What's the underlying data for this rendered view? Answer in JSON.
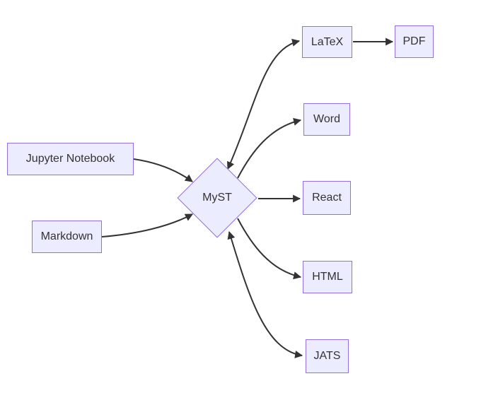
{
  "diagram": {
    "type": "flowchart",
    "direction": "left-to-right",
    "colors": {
      "background": "#FFFFFF",
      "node_fill": "#ECECFF",
      "node_border": "#9370DB",
      "edge": "#333333",
      "text": "#333333"
    },
    "nodes": {
      "jupyter": {
        "label": "Jupyter Notebook",
        "shape": "rectangle"
      },
      "markdown": {
        "label": "Markdown",
        "shape": "rectangle"
      },
      "myst": {
        "label": "MyST",
        "shape": "diamond"
      },
      "latex": {
        "label": "LaTeX",
        "shape": "rectangle"
      },
      "pdf": {
        "label": "PDF",
        "shape": "rectangle"
      },
      "word": {
        "label": "Word",
        "shape": "rectangle"
      },
      "react": {
        "label": "React",
        "shape": "rectangle"
      },
      "html": {
        "label": "HTML",
        "shape": "rectangle"
      },
      "jats": {
        "label": "JATS",
        "shape": "rectangle"
      }
    },
    "edges": [
      {
        "from": "Jupyter Notebook",
        "to": "MyST",
        "arrows": "forward"
      },
      {
        "from": "Markdown",
        "to": "MyST",
        "arrows": "forward"
      },
      {
        "from": "MyST",
        "to": "LaTeX",
        "arrows": "both"
      },
      {
        "from": "LaTeX",
        "to": "PDF",
        "arrows": "forward"
      },
      {
        "from": "MyST",
        "to": "Word",
        "arrows": "forward"
      },
      {
        "from": "MyST",
        "to": "React",
        "arrows": "forward"
      },
      {
        "from": "MyST",
        "to": "HTML",
        "arrows": "forward"
      },
      {
        "from": "MyST",
        "to": "JATS",
        "arrows": "both"
      }
    ]
  }
}
